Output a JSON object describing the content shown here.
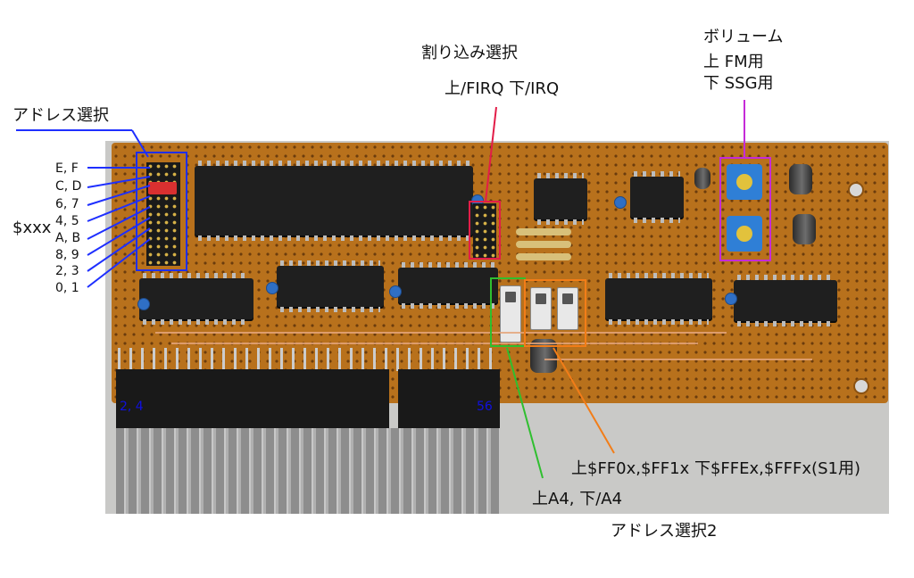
{
  "labels": {
    "address_select": "アドレス選択",
    "interrupt_select": "割り込み選択",
    "interrupt_options": "上/FIRQ 下/IRQ",
    "volume": "ボリューム",
    "volume_fm": "上 FM用",
    "volume_ssg": "下 SSG用",
    "address_range": "$xxx",
    "address_select_2": "アドレス選択2",
    "switch_a4": "上A4, 下/A4",
    "switch_ff": "上$FF0x,$FF1x 下$FFEx,$FFFx(S1用)"
  },
  "jumper_rows": [
    "E, F",
    "C, D",
    "6, 7",
    "4, 5",
    "A, B",
    "8, 9",
    "2, 3",
    "0, 1"
  ],
  "edge_connector": {
    "pin_start": "2, 4",
    "pin_end": "56"
  },
  "colors": {
    "address_box": "#1e2fff",
    "interrupt_box": "#e21d48",
    "volume_box": "#c52bd8",
    "a4_box": "#2fbf2f",
    "ff_box": "#f27d18",
    "pin_label": "#1010e0"
  }
}
